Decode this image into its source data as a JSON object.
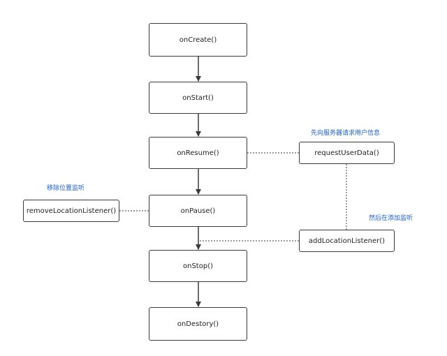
{
  "lifecycle": {
    "on_create": "onCreate()",
    "on_start": "onStart()",
    "on_resume": "onResume()",
    "on_pause": "onPause()",
    "on_stop": "onStop()",
    "on_destroy": "onDestory()"
  },
  "side_boxes": {
    "request_user_data": "requestUserData()",
    "add_location_listener": "addLocationListener()",
    "remove_location_listener": "removeLocationListener()"
  },
  "notes": {
    "request_note": "先向服务器请求用户信息",
    "remove_note": "移除位置监听",
    "add_note": "然后在添加监听"
  },
  "colors": {
    "box_border": "#3a3a3a",
    "arrow": "#3a3a3a",
    "note_text": "#1a5fc4"
  }
}
